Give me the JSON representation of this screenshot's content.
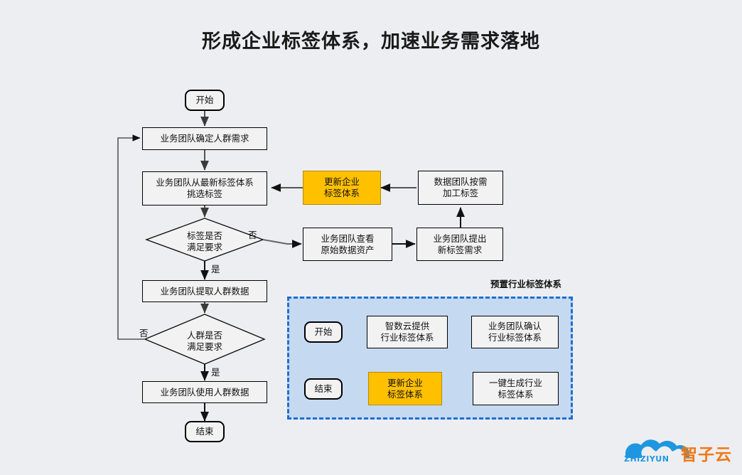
{
  "page": {
    "title": "形成企业标签体系，加速业务需求落地",
    "background_color": "#edeef2"
  },
  "colors": {
    "accent_orange": "#ffc000",
    "panel_fill": "#c5d9f1",
    "panel_border": "#1f6fd0",
    "node_fill": "#f2f2f2",
    "node_border": "#000000",
    "logo_orange": "#f07814",
    "logo_blue": "#1f97e0"
  },
  "main_flow": {
    "nodes": [
      {
        "id": "start",
        "type": "terminator",
        "label": "开始"
      },
      {
        "id": "define-need",
        "type": "process",
        "label": "业务团队确定人群需求"
      },
      {
        "id": "pick-tags",
        "type": "process",
        "label": "业务团队从最新标签体系\n挑选标签"
      },
      {
        "id": "tag-check",
        "type": "decision",
        "label": "标签是否\n满足要求"
      },
      {
        "id": "extract-data",
        "type": "process",
        "label": "业务团队提取人群数据"
      },
      {
        "id": "crowd-check",
        "type": "decision",
        "label": "人群是否\n满足要求"
      },
      {
        "id": "use-data",
        "type": "process",
        "label": "业务团队使用人群数据"
      },
      {
        "id": "end",
        "type": "terminator",
        "label": "结束"
      }
    ],
    "branch_labels": {
      "tag_check_no": "否",
      "tag_check_yes": "是",
      "crowd_check_no": "否",
      "crowd_check_yes": "是"
    }
  },
  "side_flow": {
    "nodes": [
      {
        "id": "update-enterprise-tags",
        "type": "highlight",
        "label": "更新企业\n标签体系"
      },
      {
        "id": "data-team-process",
        "type": "process",
        "label": "数据团队按需\n加工标签"
      },
      {
        "id": "view-raw-assets",
        "type": "process",
        "label": "业务团队查看\n原始数据资产"
      },
      {
        "id": "request-new-tags",
        "type": "process",
        "label": "业务团队提出\n新标签需求"
      }
    ]
  },
  "preset_panel": {
    "title": "预置行业标签体系",
    "nodes": [
      {
        "id": "preset-start",
        "type": "terminator",
        "label": "开始"
      },
      {
        "id": "zsy-provide",
        "type": "process",
        "label": "智数云提供\n行业标签体系"
      },
      {
        "id": "team-confirm",
        "type": "process",
        "label": "业务团队确认\n行业标签体系"
      },
      {
        "id": "one-click-gen",
        "type": "process",
        "label": "一键生成行业\n标签体系"
      },
      {
        "id": "preset-update",
        "type": "highlight",
        "label": "更新企业\n标签体系"
      },
      {
        "id": "preset-end",
        "type": "terminator",
        "label": "结束"
      }
    ]
  },
  "logo": {
    "brand_cn": "智子云",
    "brand_en": "ZHIZIYUN"
  }
}
